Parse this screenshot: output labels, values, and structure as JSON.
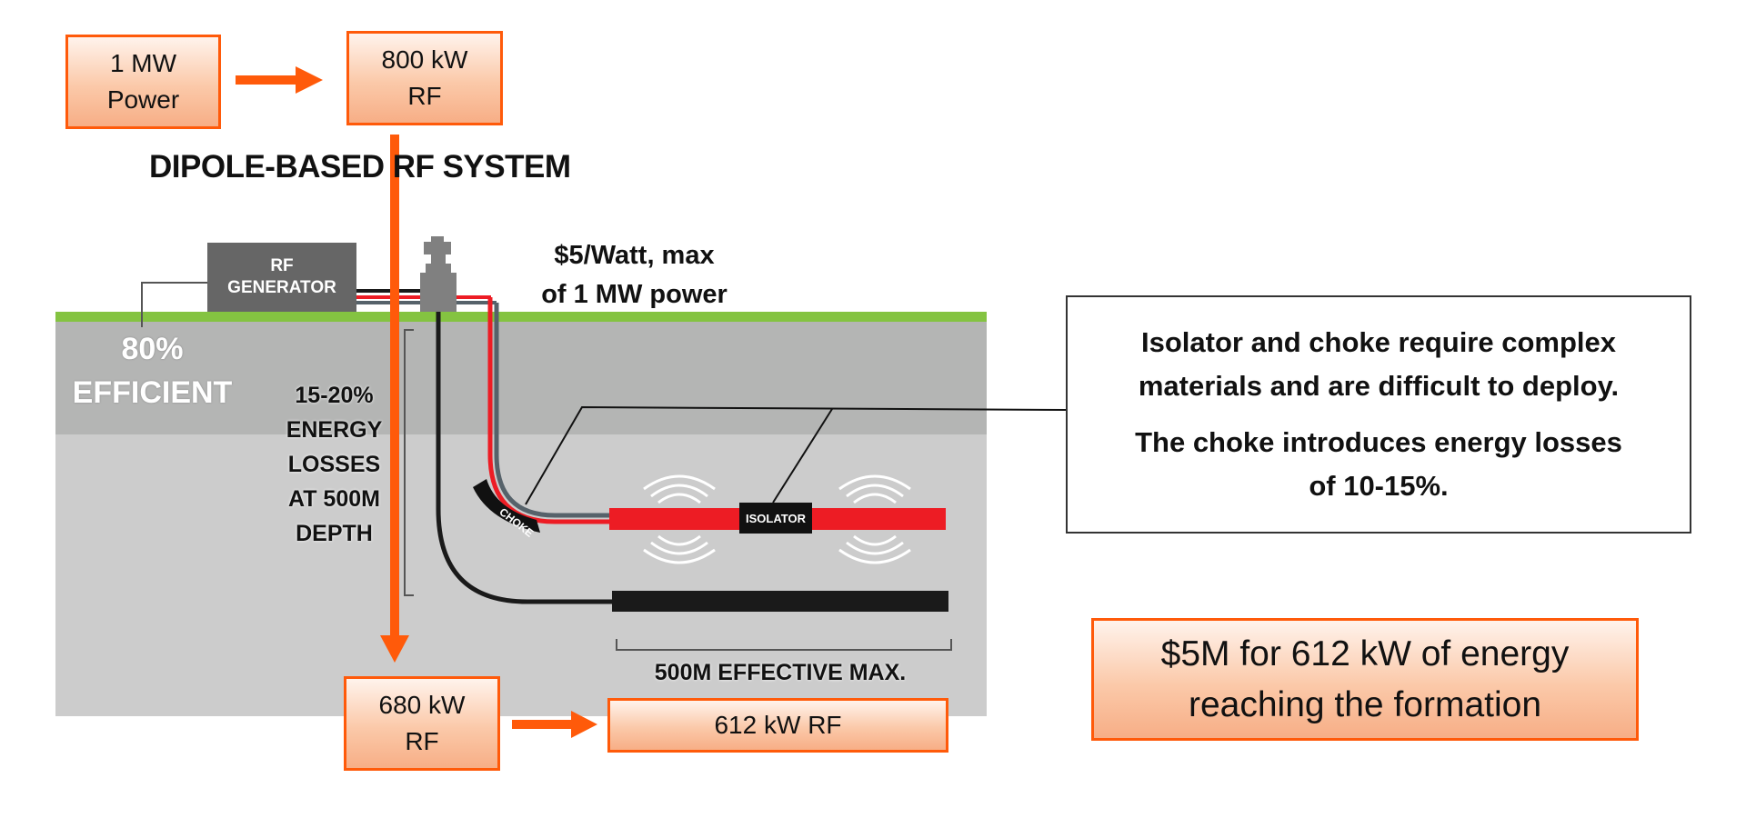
{
  "diagram": {
    "title": "DIPOLE-BASED RF SYSTEM",
    "colors": {
      "accent_orange": "#ff5a0a",
      "ground_line": "#84c341",
      "upper_layer": "#b4b5b4",
      "lower_layer": "#cccccc",
      "generator": "#666666",
      "cable_red": "#ed1c24",
      "cable_black": "#1a1a1a"
    },
    "flow_boxes": {
      "input_power": {
        "line1": "1 MW",
        "line2": "Power"
      },
      "rf_output": {
        "line1": "800 kW",
        "line2": "RF"
      },
      "rf_at_depth": {
        "line1": "680 kW",
        "line2": "RF"
      },
      "rf_at_formation": {
        "line1": "612 kW RF"
      }
    },
    "generator": {
      "line1": "RF",
      "line2": "GENERATOR"
    },
    "efficiency": {
      "line1": "80%",
      "line2": "EFFICIENT"
    },
    "cost_note": {
      "line1": "$5/Watt, max",
      "line2": "of 1 MW power"
    },
    "depth_losses": {
      "lines": [
        "15-20%",
        "ENERGY",
        "LOSSES",
        "AT 500M",
        "DEPTH"
      ]
    },
    "components": {
      "choke": "CHOKE",
      "isolator": "ISOLATOR"
    },
    "effective_length": "500M EFFECTIVE MAX.",
    "callout": {
      "line1": "Isolator and choke require complex",
      "line2": "materials and are difficult to deploy.",
      "line3": "The choke introduces energy losses",
      "line4": "of 10-15%."
    },
    "summary": {
      "line1": "$5M for 612 kW of energy",
      "line2": "reaching the formation"
    }
  }
}
